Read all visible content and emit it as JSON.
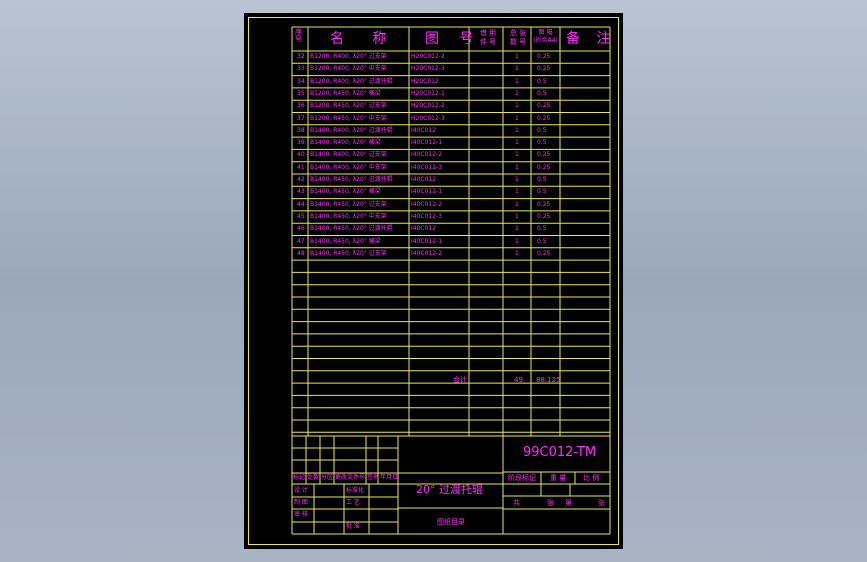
{
  "header": {
    "seq": "序号",
    "name": "名 称",
    "drawing_no": "图 号",
    "notes": "备 注",
    "mid1": "借 用\n件 号",
    "mid2": "总 张\n数 号",
    "mid3": "图 幅\n(折合A4)"
  },
  "rows": [
    {
      "seq": "32",
      "name": "B1200, R400, λ20° 过支架",
      "no": "H20C012-2",
      "q": "1",
      "size": "0.25"
    },
    {
      "seq": "33",
      "name": "B1200, R400, λ20° 中支架",
      "no": "H20C012-3",
      "q": "1",
      "size": "0.25"
    },
    {
      "seq": "34",
      "name": "B1200, R400, λ20° 过渡托辊",
      "no": "H20C012",
      "q": "1",
      "size": "0.5"
    },
    {
      "seq": "35",
      "name": "B1200, R450, λ20° 横梁",
      "no": "H20C012-1",
      "q": "1",
      "size": "0.5"
    },
    {
      "seq": "36",
      "name": "B1200, R450, λ20° 过支架",
      "no": "H20C012-2",
      "q": "1",
      "size": "0.25"
    },
    {
      "seq": "37",
      "name": "B1200, R450, λ20° 中支架",
      "no": "H20C012-3",
      "q": "1",
      "size": "0.25"
    },
    {
      "seq": "38",
      "name": "B1400, R400, λ20° 过渡托辊",
      "no": "I40C012",
      "q": "1",
      "size": "0.5"
    },
    {
      "seq": "39",
      "name": "B1400, R400, λ20° 横梁",
      "no": "I40C012-1",
      "q": "1",
      "size": "0.5"
    },
    {
      "seq": "40",
      "name": "B1400, R400, λ20° 过支架",
      "no": "I40C012-2",
      "q": "1",
      "size": "0.25"
    },
    {
      "seq": "41",
      "name": "B1400, R400, λ20° 中支架",
      "no": "I40C012-3",
      "q": "1",
      "size": "0.25"
    },
    {
      "seq": "42",
      "name": "B1400, R450, λ20° 过渡托辊",
      "no": "I40C012",
      "q": "1",
      "size": "0.5"
    },
    {
      "seq": "43",
      "name": "B1400, R450, λ20° 横梁",
      "no": "I40C012-1",
      "q": "1",
      "size": "0.5"
    },
    {
      "seq": "44",
      "name": "B1400, R450, λ20° 过支架",
      "no": "I40C012-2",
      "q": "1",
      "size": "0.25"
    },
    {
      "seq": "45",
      "name": "B1400, R450, λ20° 中支架",
      "no": "I40C012-3",
      "q": "1",
      "size": "0.25"
    },
    {
      "seq": "46",
      "name": "B1400, R450, λ20° 过渡托辊",
      "no": "I40C012",
      "q": "1",
      "size": "0.5"
    },
    {
      "seq": "47",
      "name": "B1400, R450, λ20° 横梁",
      "no": "I40C012-1",
      "q": "1",
      "size": "0.5"
    },
    {
      "seq": "48",
      "name": "B1400, R450, λ20° 过支架",
      "no": "I40C012-2",
      "q": "1",
      "size": "0.25"
    }
  ],
  "total": {
    "label": "合计",
    "count": "49",
    "size": "88.125"
  },
  "title_block": {
    "code": "99C012-TM",
    "title": "20° 过渡托辊",
    "catalog": "图纸目录",
    "r_mark": "标记",
    "r_count": "处数",
    "r_zone": "分区",
    "r_doc": "更改文件号",
    "r_sign": "签名",
    "r_date": "年月日",
    "design": "设 计",
    "standard": "标准化",
    "drawing": "制 图",
    "process": "工 艺",
    "audit": "审 核",
    "approve": "批 准",
    "stage": "阶段标记",
    "weight": "重 量",
    "scale": "比 例",
    "sheet_total": "共",
    "sheet_word": "张",
    "sheet_no": "第",
    "sheet_word2": "张"
  }
}
